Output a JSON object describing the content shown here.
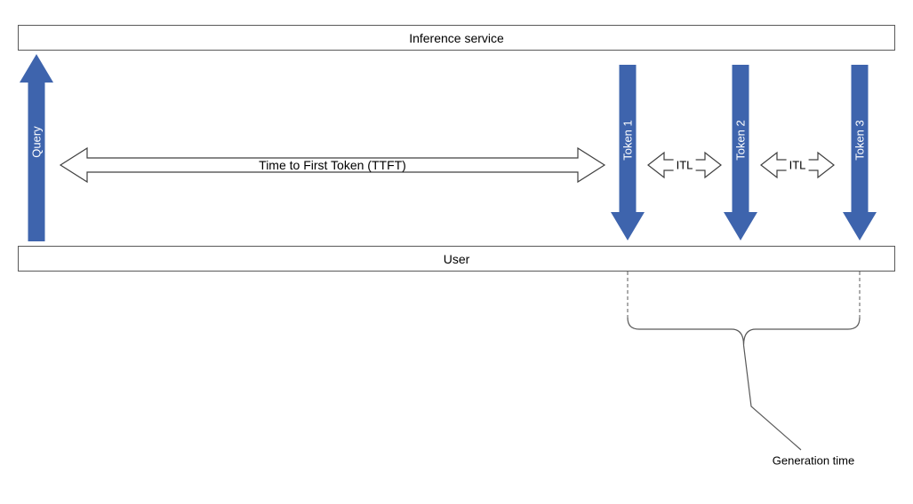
{
  "diagram": {
    "inference_box_label": "Inference service",
    "user_box_label": "User",
    "query_arrow_label": "Query",
    "ttft_arrow_label": "Time to First Token (TTFT)",
    "token_labels": [
      "Token 1",
      "Token 2",
      "Token 3"
    ],
    "itl_labels": [
      "ITL",
      "ITL"
    ],
    "generation_time_label": "Generation time"
  },
  "colors": {
    "arrow_blue": "#3E64AD",
    "outline_gray": "#404040",
    "box_border": "#595959",
    "text": "#000000",
    "background": "#ffffff"
  }
}
